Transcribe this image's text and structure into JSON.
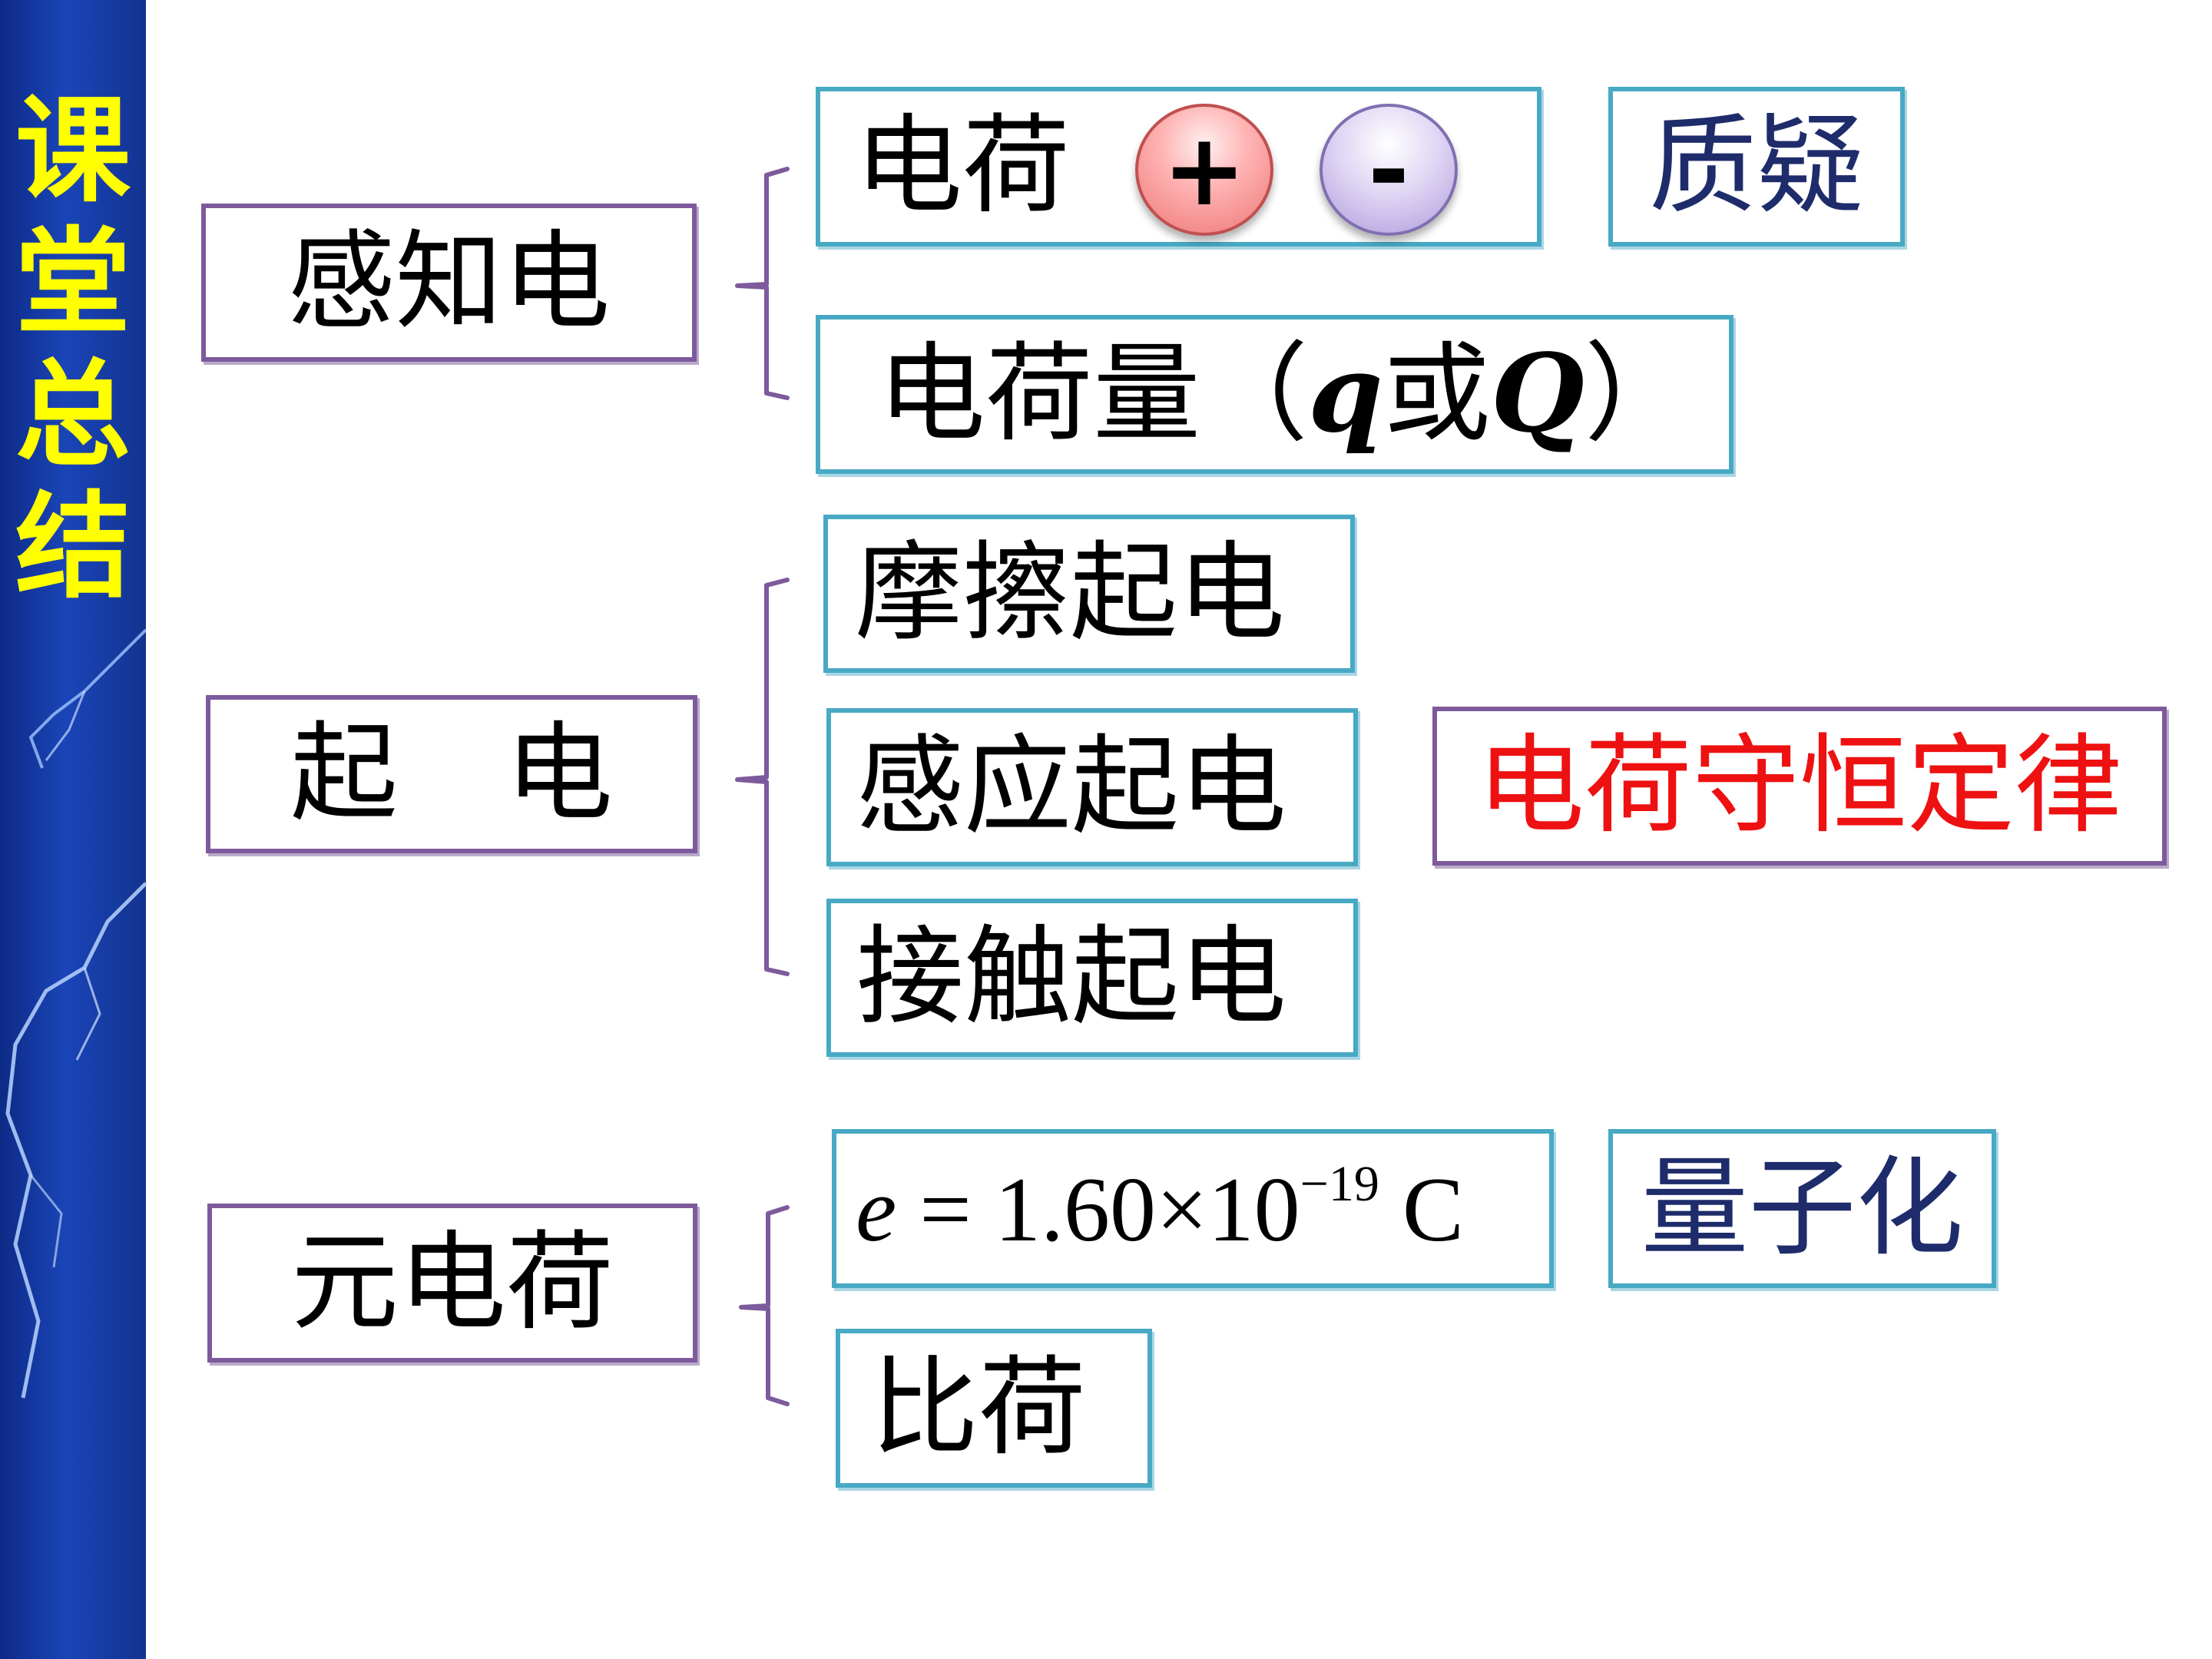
{
  "sidebar": {
    "title_chars": [
      "课",
      "堂",
      "总",
      "结"
    ]
  },
  "sense": {
    "label": "感知电",
    "charge_label": "电荷",
    "plus_symbol": "+",
    "minus_symbol": "-",
    "question_label": "质疑",
    "quantity_label": "电荷量（",
    "quantity_q": "q",
    "quantity_or": "或",
    "quantity_Q": "Q",
    "quantity_close": "）"
  },
  "electrify": {
    "label": "起　电",
    "methods": [
      "摩擦起电",
      "感应起电",
      "接触起电"
    ],
    "law": "电荷守恒定律"
  },
  "elementary": {
    "label": "元电荷",
    "formula_var": "e",
    "formula_eq": " = ",
    "formula_value": "1.60×10",
    "formula_exp": "−19",
    "formula_unit": " C",
    "quantized_label": "量子化",
    "specific_charge_label": "比荷"
  },
  "colors": {
    "sidebar": "#1a45b8",
    "sidebar_text": "#ffff00",
    "law": "#ee1111",
    "navy": "#1f2c6b",
    "purple_border": "#7d5a9c",
    "teal_border": "#48a9c4"
  }
}
